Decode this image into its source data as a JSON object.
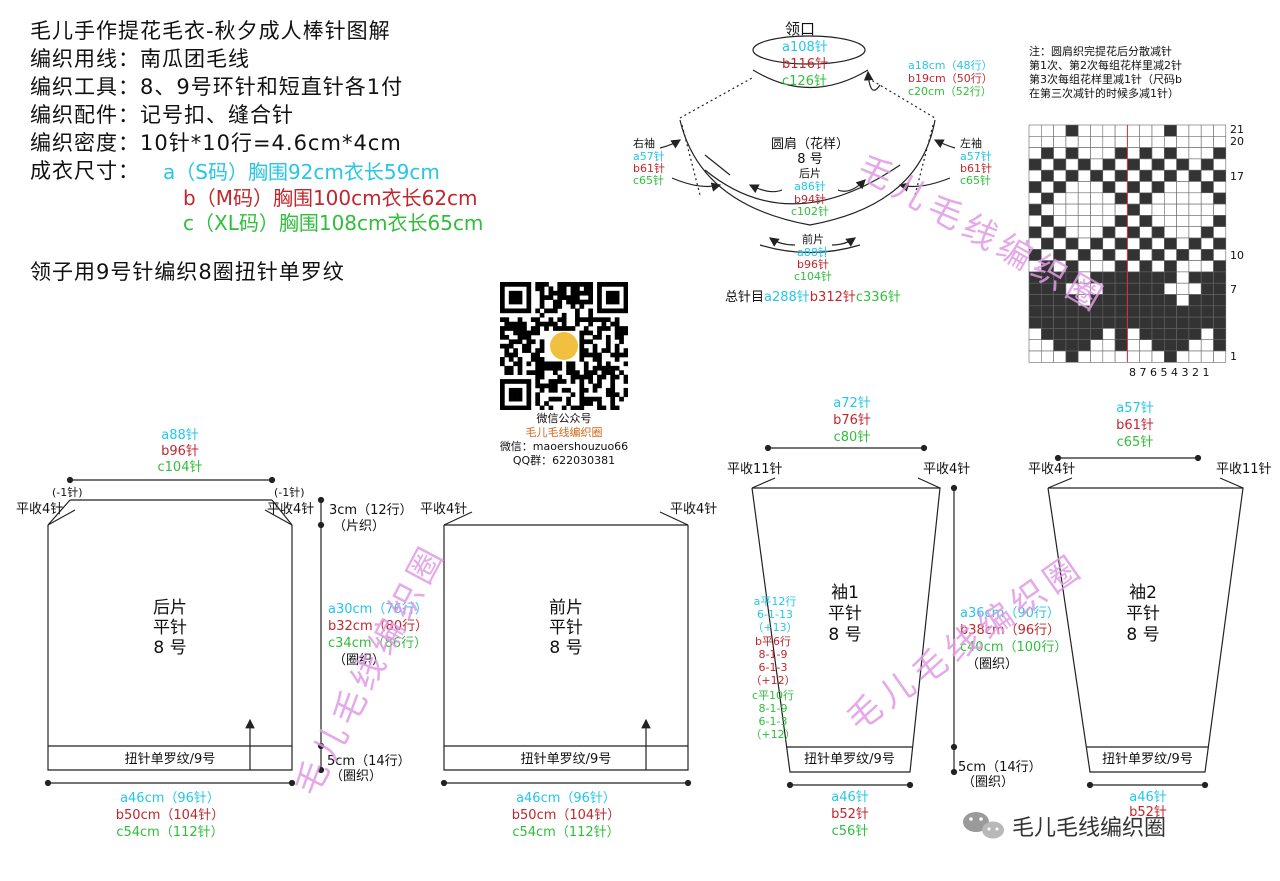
{
  "header": {
    "title": "毛儿手作提花毛衣-秋夕成人棒针图解",
    "yarn": "编织用线：南瓜团毛线",
    "tools": "编织工具：8、9号环针和短直针各1付",
    "accessories": "编织配件：记号扣、缝合针",
    "gauge": "编织密度：10针*10行=4.6cm*4cm",
    "size_label": "成衣尺寸：",
    "size_a": "a（S码）胸围92cm衣长59cm",
    "size_b": "b（M码）胸围100cm衣长62cm",
    "size_c": "c（XL码）胸围108cm衣长65cm",
    "collar": "领子用9号针编织8圈扭针单罗纹"
  },
  "qr": {
    "caption1": "微信公众号",
    "caption2": "毛儿毛线编织圈",
    "caption3": "微信：maoershouzuo66",
    "caption4": "QQ群：622030381"
  },
  "yoke": {
    "neck_title": "领口",
    "neck_a": "a108针",
    "neck_b": "b116针",
    "neck_c": "c126针",
    "right_a": "a18cm（48行）",
    "right_b": "b19cm（50行）",
    "right_c": "c20cm（52行）",
    "right_sleeve": "右袖",
    "rs_a": "a57针",
    "rs_b": "b61针",
    "rs_c": "c65针",
    "left_sleeve": "左袖",
    "ls_a": "a57针",
    "ls_b": "b61针",
    "ls_c": "c65针",
    "yoke_name": "圆肩（花样）",
    "yoke_needle": "8 号",
    "back": "后片",
    "back_a": "a86针",
    "back_b": "b94针",
    "back_c": "c102针",
    "front": "前片",
    "front_a": "a88针",
    "front_b": "b96针",
    "front_c": "c104针",
    "total_label": "总针目",
    "total_a": "a288针",
    "total_b": "b312针",
    "total_c": "c336针"
  },
  "note": {
    "line1": "注：圆肩织完提花后分散减针",
    "line2": "第1次、第2次每组花样里减2针",
    "line3": "第3次每组花样里减1针（尺码b",
    "line4": "在第三次减针的时候多减1针）"
  },
  "chart": {
    "rows": 21,
    "cols": 16,
    "row_labels": [
      "21",
      "20",
      "17",
      "10",
      "7",
      "1"
    ],
    "col_labels": [
      "8",
      "7",
      "6",
      "5",
      "4",
      "3",
      "2",
      "1"
    ]
  },
  "back_piece": {
    "top_a": "a88针",
    "top_b": "b96针",
    "top_c": "c104针",
    "dec_l": "(-1针)",
    "dec_r": "(-1针)",
    "bo_l": "平收4针",
    "bo_r": "平收4针",
    "name": "后片",
    "stitch": "平针",
    "needle": "8 号",
    "rib": "扭针单罗纹/9号",
    "h1": "3cm（12行）",
    "h1b": "（片织）",
    "ha": "a30cm（76行）",
    "hb": "b32cm（80行）",
    "hc": "c34cm（86行）",
    "hround": "（圈织）",
    "h2": "5cm（14行）",
    "h2b": "（圈织）",
    "bot_a": "a46cm（96针）",
    "bot_b": "b50cm（104针）",
    "bot_c": "c54cm（112针）"
  },
  "front_piece": {
    "bo_l": "平收4针",
    "bo_r": "平收4针",
    "name": "前片",
    "stitch": "平针",
    "needle": "8 号",
    "rib": "扭针单罗纹/9号",
    "bot_a": "a46cm（96针）",
    "bot_b": "b50cm（104针）",
    "bot_c": "c54cm（112针）"
  },
  "sleeve1": {
    "top_a": "a72针",
    "top_b": "b76针",
    "top_c": "c80针",
    "bo_l": "平收11针",
    "bo_r": "平收4针",
    "name": "袖1",
    "stitch": "平针",
    "needle": "8 号",
    "rib": "扭针单罗纹/9号",
    "inc_a": [
      "a平12行",
      "6-1-13",
      "（+13）"
    ],
    "inc_b": [
      "b平6行",
      "8-1-9",
      "6-1-3",
      "（+12）"
    ],
    "inc_c": [
      "c平10行",
      "8-1-9",
      "6-1-3",
      "（+12）"
    ],
    "bot_a": "a46针",
    "bot_b": "b52针",
    "bot_c": "c56针"
  },
  "sleeve2": {
    "top_a": "a57针",
    "top_b": "b61针",
    "top_c": "c65针",
    "bo_l": "平收4针",
    "bo_r": "平收11针",
    "name": "袖2",
    "stitch": "平针",
    "needle": "8 号",
    "rib": "扭针单罗纹/9号",
    "ha": "a36cm（90行）",
    "hb": "b38cm（96行）",
    "hc": "c40cm（100行）",
    "hround": "（圈织）",
    "h2": "5cm（14行）",
    "h2b": "（圈织）",
    "bot_a": "a46针",
    "bot_b": "b52针"
  },
  "watermark": "毛儿毛线编织圈",
  "footer_brand": "毛儿毛线编织圈"
}
